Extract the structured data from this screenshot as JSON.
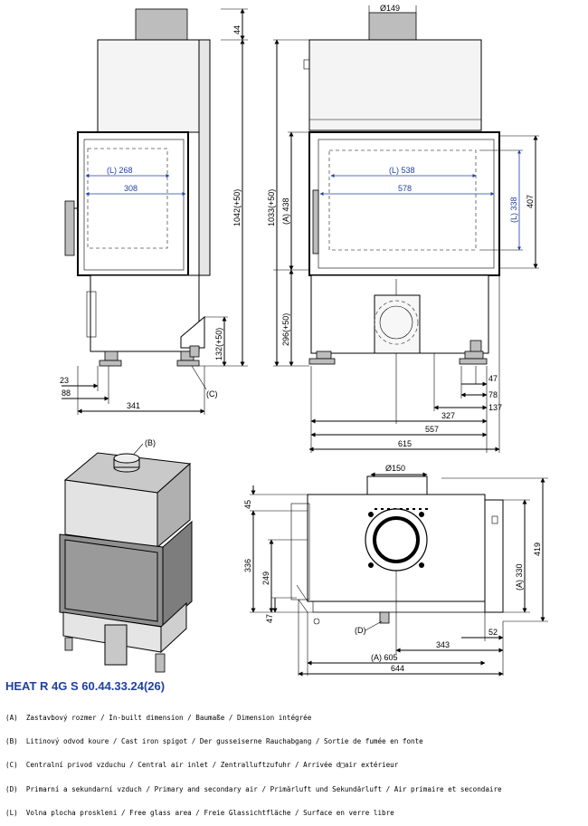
{
  "title": "HEAT R 4G S 60.44.33.24(26)",
  "side_view": {
    "dims": {
      "top": "44",
      "height": "1042(+50)",
      "legs": "132(+50)",
      "glass_l": "(L) 268",
      "glass": "308",
      "offset_23": "23",
      "offset_88": "88",
      "depth": "341",
      "c_label": "(C)"
    }
  },
  "front_view": {
    "dims": {
      "flue": "Ø149",
      "total_h": "1033(+50)",
      "a_h": "(A) 438",
      "base_h": "296(+50)",
      "glass_l": "(L) 538",
      "glass": "578",
      "l_h": "(L) 338",
      "h407": "407",
      "d47": "47",
      "d78": "78",
      "d137": "137",
      "d327": "327",
      "d557": "557",
      "d615": "615"
    }
  },
  "perspective": {
    "label_b": "(B)"
  },
  "plan_view": {
    "dims": {
      "flue": "Ø150",
      "d45": "45",
      "d336": "336",
      "d249": "249",
      "d47": "47",
      "a330": "(A) 330",
      "d419": "419",
      "d52": "52",
      "d343": "343",
      "a605": "(A) 605",
      "d644": "644",
      "d_label": "(D)"
    }
  },
  "legend": [
    "(A)  Zastavbový rozmer / In-built dimension / Baumaße / Dimension intégrée",
    "(B)  Litinový odvod koure / Cast iron spigot / Der gusseiserne Rauchabgang / Sortie de fumée en fonte",
    "(C)  Centralní privod vzduchu / Central air inlet / Zentralluftzufuhr / Arrivée d□air extérieur",
    "(D)  Primarní a sekundarní vzduch / Primary and secondary air / Primärluft und Sekundärluft / Air primaire et secondaire",
    "(L)  Volna plocha proskleni / Free glass area / Freie Glassichtfläche / Surface en verre libre"
  ]
}
